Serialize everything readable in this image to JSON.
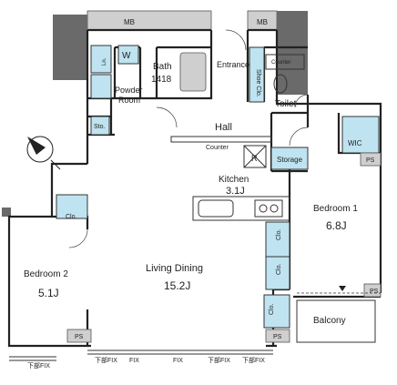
{
  "labels": {
    "mb_left": "MB",
    "mb_right": "MB",
    "w": "W",
    "ln": "Ln.",
    "bath": "Bath",
    "bath_size": "1418",
    "powder_room_1": "Powder",
    "powder_room_2": "Room",
    "entrance": "Entrance",
    "shoe_clo": "Shoe Clo.",
    "counter_top": "Counter",
    "toilet": "Toilet",
    "sto": "Sto.",
    "hall": "Hall",
    "counter_kitchen": "Counter",
    "r": "R",
    "storage": "Storage",
    "wic": "WIC",
    "ps_wic": "PS",
    "kitchen": "Kitchen",
    "kitchen_size": "3.1J",
    "bedroom1": "Bedroom 1",
    "bedroom1_size": "6.8J",
    "clo_b2": "Clo.",
    "clo_b1_top": "Clo.",
    "clo_b1_bottom": "Clo.",
    "living_dining": "Living Dining",
    "living_dining_size": "15.2J",
    "bedroom2": "Bedroom 2",
    "bedroom2_size": "5.1J",
    "ps_balcony": "PS",
    "clo_living": "Clo.",
    "balcony": "Balcony",
    "ps_bottom_left": "PS",
    "ps_bottom_right": "PS",
    "fix_bl": "下部FIX",
    "fix_1": "下部FIX",
    "fix_2": "FIX",
    "fix_3": "FIX",
    "fix_4": "下部FIX",
    "fix_5": "下部FIX"
  },
  "colors": {
    "closet_fill": "#bfe3f0",
    "shaft_fill": "#cfcfcf",
    "wall": "#222222"
  },
  "icons": {
    "compass": "north-arrow-icon"
  }
}
